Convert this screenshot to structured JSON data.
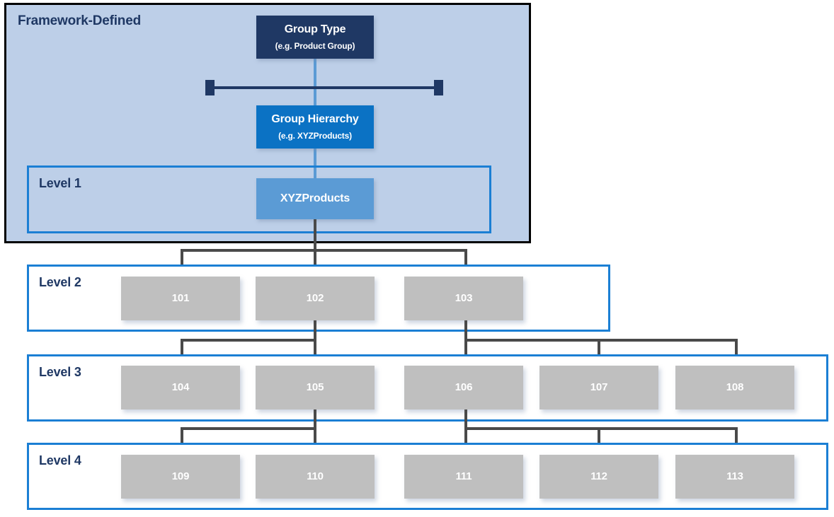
{
  "diagram": {
    "title_visible": false,
    "framework_panel": {
      "label": "Framework-Defined"
    },
    "top_nodes": [
      {
        "id": "group-type",
        "title": "Group Type",
        "subtitle": "(e.g. Product Group)"
      },
      {
        "id": "group-hierarchy",
        "title": "Group Hierarchy",
        "subtitle": "(e.g. XYZProducts)"
      }
    ],
    "levels": [
      {
        "id": "level-1",
        "label": "Level 1",
        "nodes": [
          {
            "id": "xyzproducts",
            "label": "XYZProducts"
          }
        ]
      },
      {
        "id": "level-2",
        "label": "Level 2",
        "nodes": [
          {
            "id": "n101",
            "label": "101"
          },
          {
            "id": "n102",
            "label": "102"
          },
          {
            "id": "n103",
            "label": "103"
          }
        ]
      },
      {
        "id": "level-3",
        "label": "Level 3",
        "nodes": [
          {
            "id": "n104",
            "label": "104"
          },
          {
            "id": "n105",
            "label": "105"
          },
          {
            "id": "n106",
            "label": "106"
          },
          {
            "id": "n107",
            "label": "107"
          },
          {
            "id": "n108",
            "label": "108"
          }
        ]
      },
      {
        "id": "level-4",
        "label": "Level 4",
        "nodes": [
          {
            "id": "n109",
            "label": "109"
          },
          {
            "id": "n110",
            "label": "110"
          },
          {
            "id": "n111",
            "label": "111"
          },
          {
            "id": "n112",
            "label": "112"
          },
          {
            "id": "n113",
            "label": "113"
          }
        ]
      }
    ],
    "colors": {
      "framework_background": "#BDCFE8",
      "framework_border": "#000000",
      "group_type_fill": "#1F3864",
      "group_hierarchy_fill": "#0B72C4",
      "xyzproducts_fill": "#5B9BD5",
      "node_fill": "#BFBFBF",
      "level_border": "#1B7FD4",
      "label_text": "#1F3864",
      "connector": "#4A4A4A",
      "arrow": "#1F3864"
    }
  }
}
